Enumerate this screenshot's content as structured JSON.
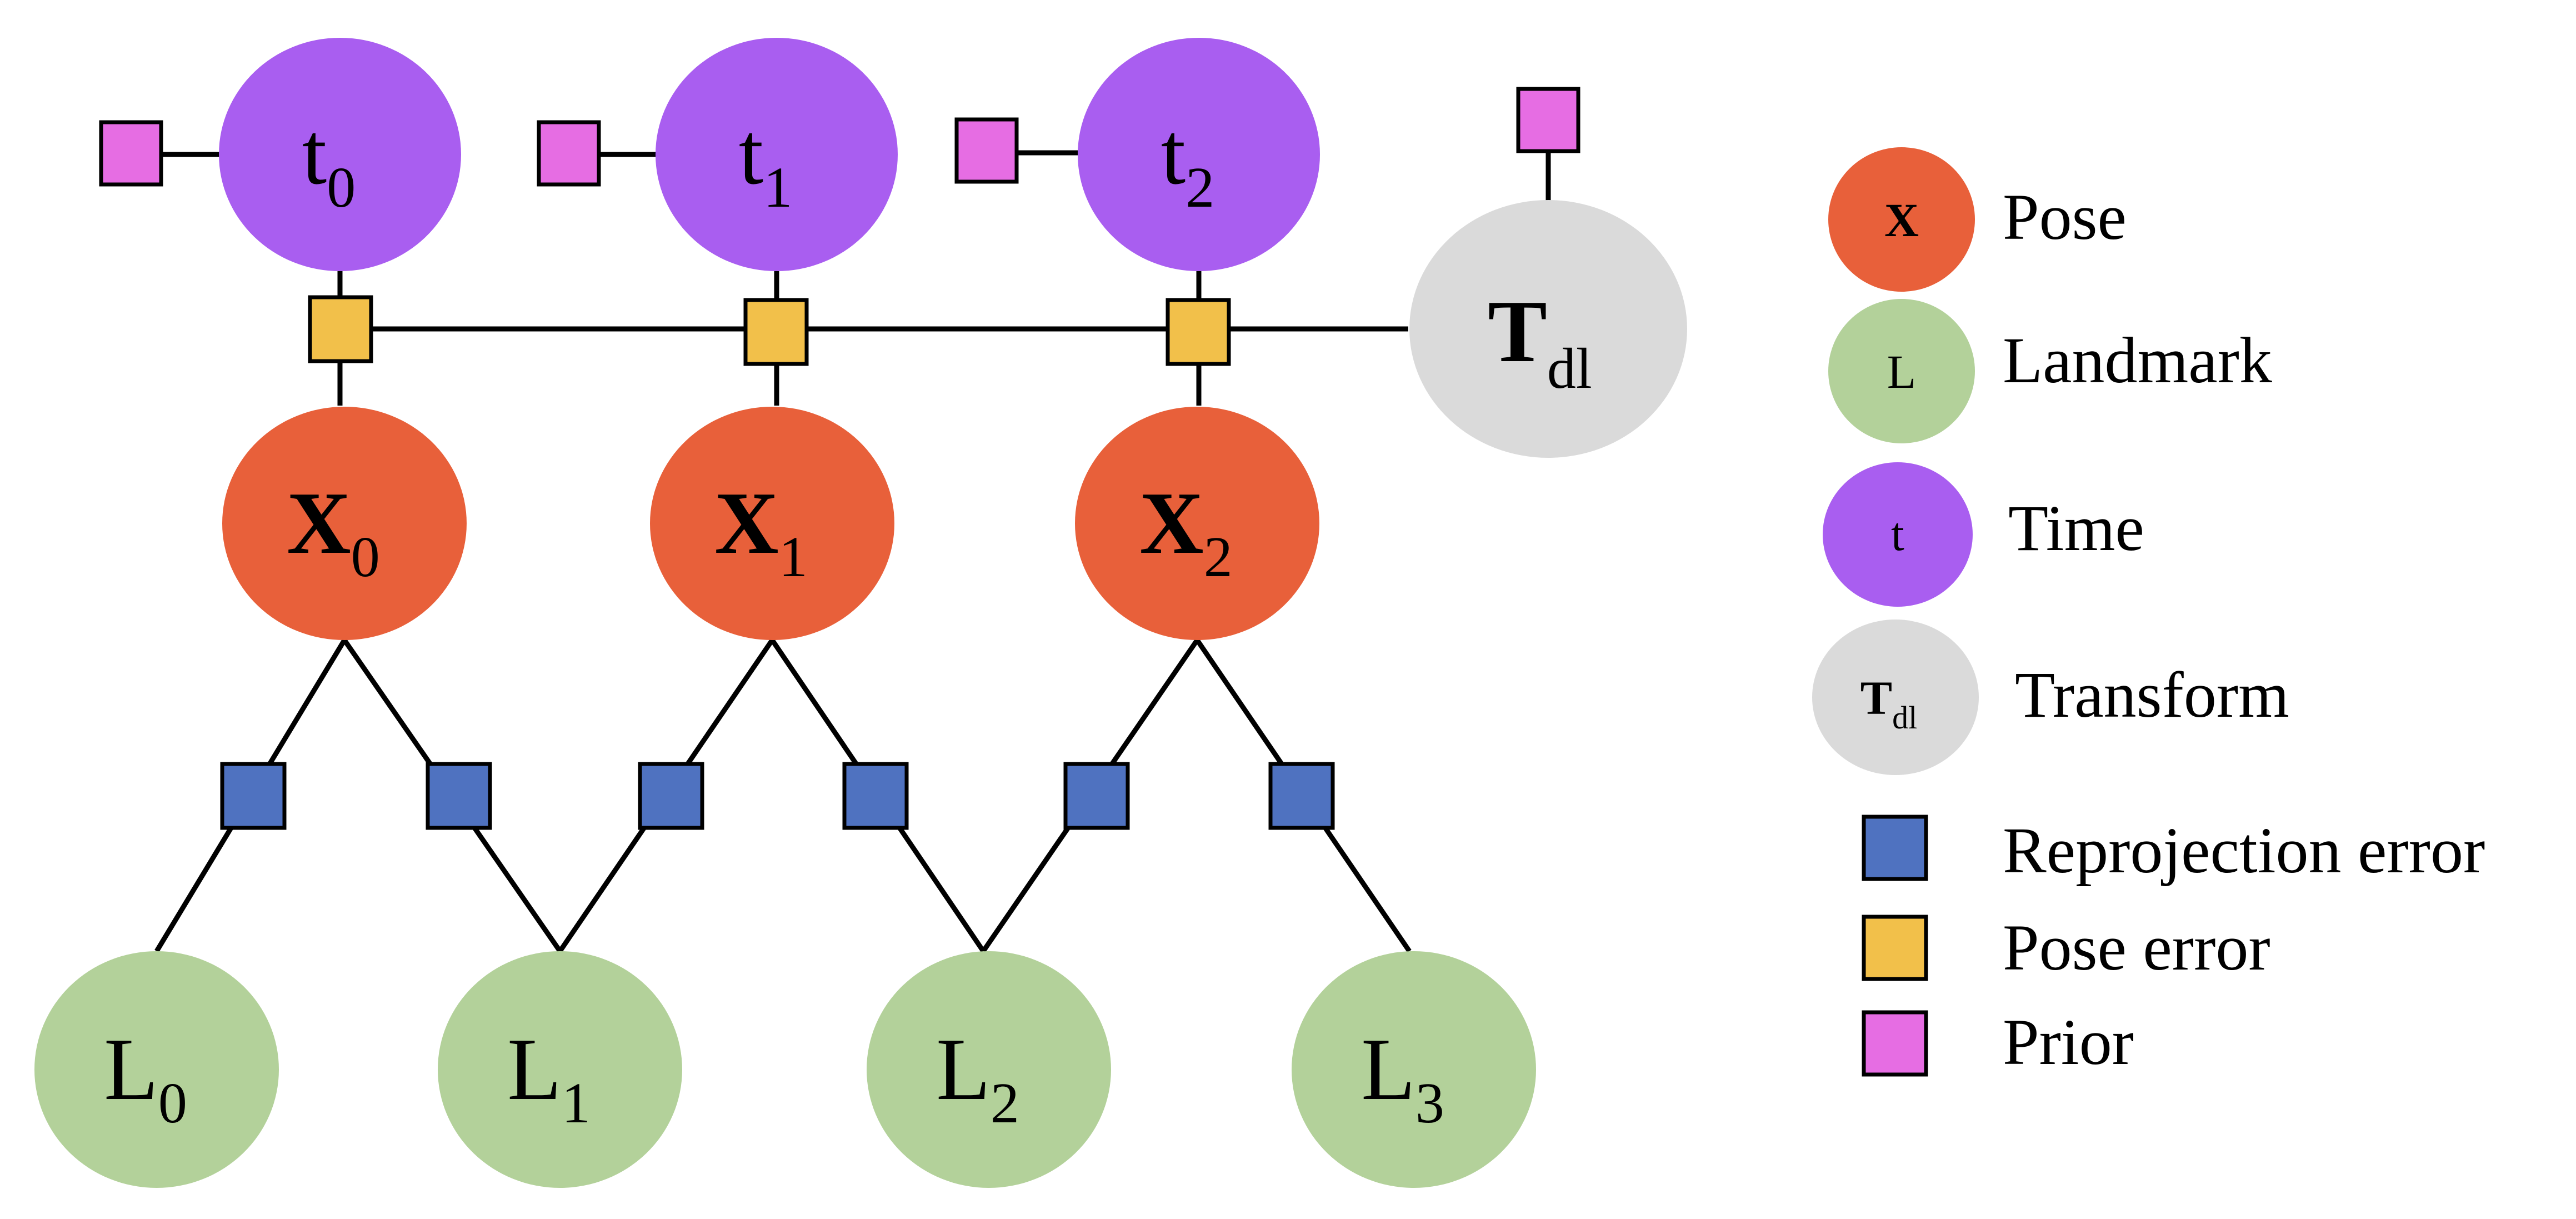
{
  "colors": {
    "pose": "#E8603A",
    "landmark": "#B3D19A",
    "time": "#A95EF0",
    "transform": "#DADADA",
    "reprojection_error": "#4F72C0",
    "pose_error": "#F2C04A",
    "prior": "#E66DE3"
  },
  "nodes": {
    "t0": {
      "main": "t",
      "sub": "0"
    },
    "t1": {
      "main": "t",
      "sub": "1"
    },
    "t2": {
      "main": "t",
      "sub": "2"
    },
    "tdl": {
      "main": "T",
      "sub": "dl"
    },
    "x0": {
      "main": "X",
      "sub": "0"
    },
    "x1": {
      "main": "X",
      "sub": "1"
    },
    "x2": {
      "main": "X",
      "sub": "2"
    },
    "l0": {
      "main": "L",
      "sub": "0"
    },
    "l1": {
      "main": "L",
      "sub": "1"
    },
    "l2": {
      "main": "L",
      "sub": "2"
    },
    "l3": {
      "main": "L",
      "sub": "3"
    }
  },
  "legend": {
    "pose": {
      "symbol": "X",
      "label": "Pose"
    },
    "landmark": {
      "symbol": "L",
      "label": "Landmark"
    },
    "time": {
      "symbol": "t",
      "label": "Time"
    },
    "transform": {
      "symbol": "T",
      "symbol_sub": "dl",
      "label": "Transform"
    },
    "reprojection_error": {
      "label": "Reprojection error"
    },
    "pose_error": {
      "label": "Pose error"
    },
    "prior": {
      "label": "Prior"
    }
  }
}
